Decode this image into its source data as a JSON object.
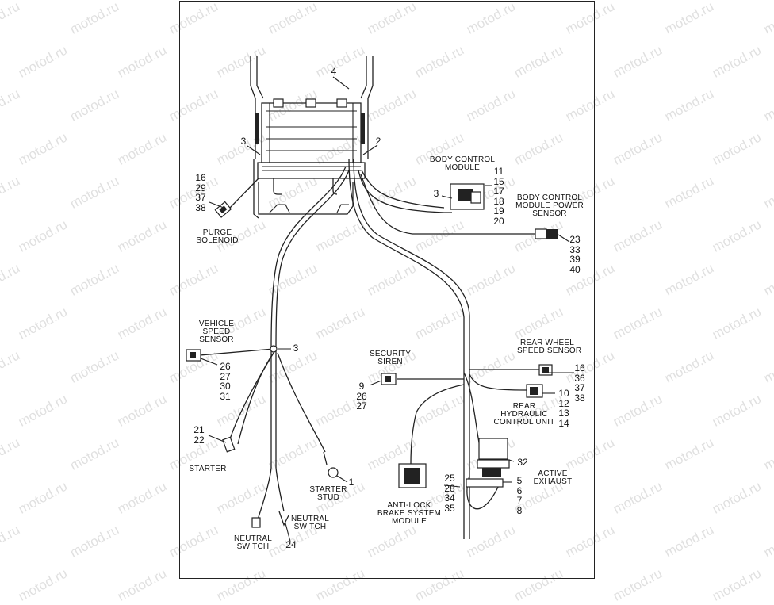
{
  "watermark": "motod.ru",
  "labels": {
    "purge_solenoid": "PURGE\nSOLENOID",
    "body_control_module": "BODY CONTROL\nMODULE",
    "bcm_power_sensor": "BODY CONTROL\nMODULE POWER\nSENSOR",
    "vehicle_speed_sensor": "VEHICLE\nSPEED\nSENSOR",
    "security_siren": "SECURITY\nSIREN",
    "rear_wheel_speed_sensor": "REAR WHEEL\nSPEED SENSOR",
    "rear_hydraulic_control_unit": "REAR\nHYDRAULIC\nCONTROL UNIT",
    "active_exhaust": "ACTIVE\nEXHAUST",
    "starter": "STARTER",
    "starter_stud": "STARTER\nSTUD",
    "neutral_switch_right": "NEUTRAL\nSWITCH",
    "neutral_switch_left": "NEUTRAL\nSWITCH",
    "abs_module": "ANTI-LOCK\nBRAKE SYSTEM\nMODULE"
  },
  "callouts": {
    "c4": "4",
    "c3_left": "3",
    "c2": "2",
    "c3_bcm": "3",
    "c3_mid": "3",
    "purge_refs": "16\n29\n37\n38",
    "bcm_refs": "11\n15\n17\n18\n19\n20",
    "bcm_power_refs": "23\n33\n39\n40",
    "vss_refs": "26\n27\n30\n31",
    "siren_refs": "9\n26\n27",
    "rwss_refs": "16\n36\n37\n38",
    "rhcu_refs": "10\n12\n13\n14",
    "starter_refs": "21\n22",
    "starter_stud_ref": "1",
    "neutral_ref": "24",
    "exhaust_top_ref": "32",
    "exhaust_refs": "5\n6\n7\n8",
    "abs_refs": "25\n28\n34\n35"
  }
}
